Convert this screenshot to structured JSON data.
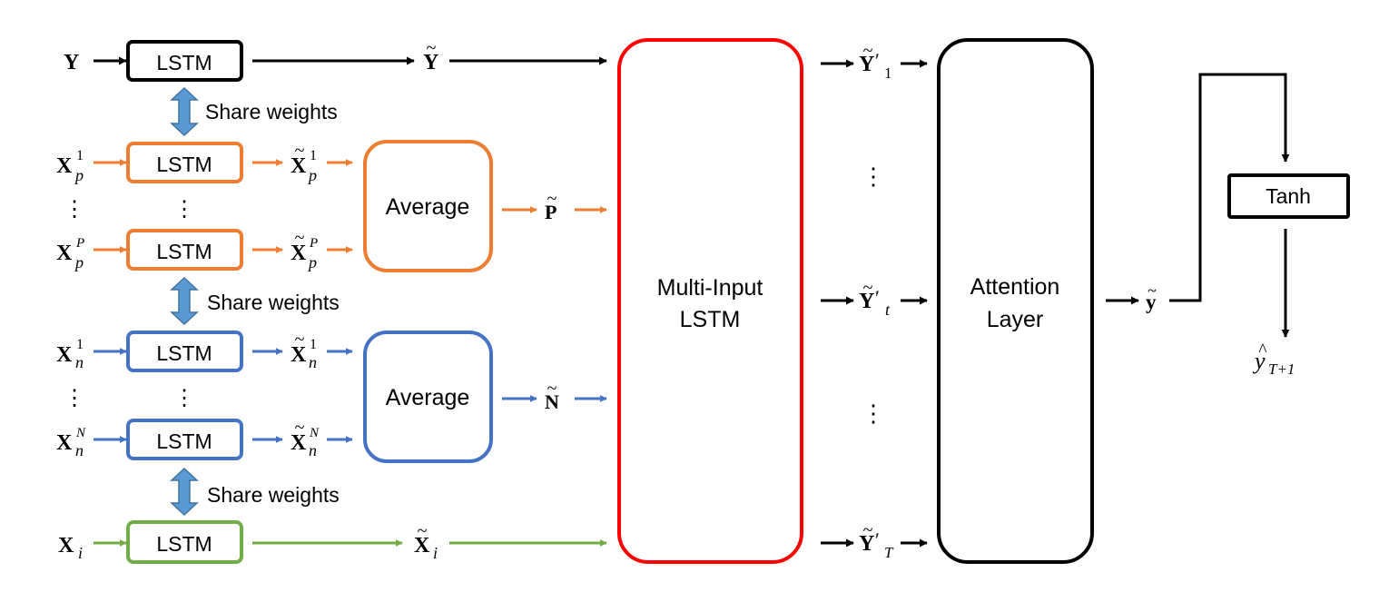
{
  "colors": {
    "black": "#000000",
    "orange": "#ED7D31",
    "blue": "#4472C4",
    "green": "#70AD47",
    "red": "#FF0000",
    "share_arrow": "#5B9BD5",
    "share_arrow_edge": "#41719C"
  },
  "boxes": {
    "lstm": "LSTM",
    "average": "Average",
    "multi_input_line1": "Multi-Input",
    "multi_input_line2": "LSTM",
    "attention_line1": "Attention",
    "attention_line2": "Layer",
    "tanh": "Tanh"
  },
  "labels": {
    "share_weights": "Share weights",
    "ellipsis": "⋮"
  },
  "math": {
    "Y": "Y",
    "X": "X",
    "P": "P",
    "N": "N",
    "y": "y",
    "p": "p",
    "n": "n",
    "i": "i",
    "one": "1",
    "cap_P": "P",
    "cap_N": "N",
    "prime": "′",
    "t": "t",
    "T": "T",
    "tilde": "~",
    "hat": "^",
    "T_plus_1": "T+1"
  },
  "icons": [
    "right-arrow-icon",
    "double-headed-arrow-icon"
  ]
}
